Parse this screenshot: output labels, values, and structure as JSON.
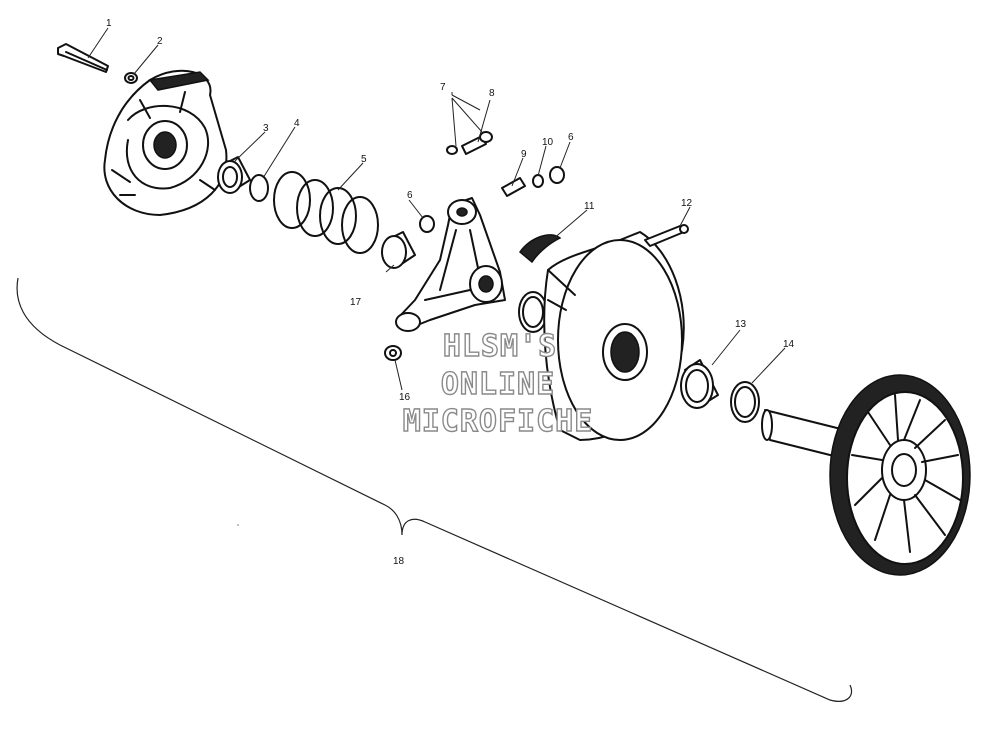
{
  "callouts": {
    "c1": "1",
    "c2": "2",
    "c3": "3",
    "c4": "4",
    "c5": "5",
    "c6a": "6",
    "c6b": "6",
    "c7": "7",
    "c8": "8",
    "c9": "9",
    "c10": "10",
    "c11": "11",
    "c12": "12",
    "c13": "13",
    "c14": "14",
    "c16": "16",
    "c17": "17",
    "c18": "18"
  },
  "watermark": {
    "line1": "HLSM'S",
    "line2": "ONLINE",
    "line3": "MICROFICHE"
  }
}
